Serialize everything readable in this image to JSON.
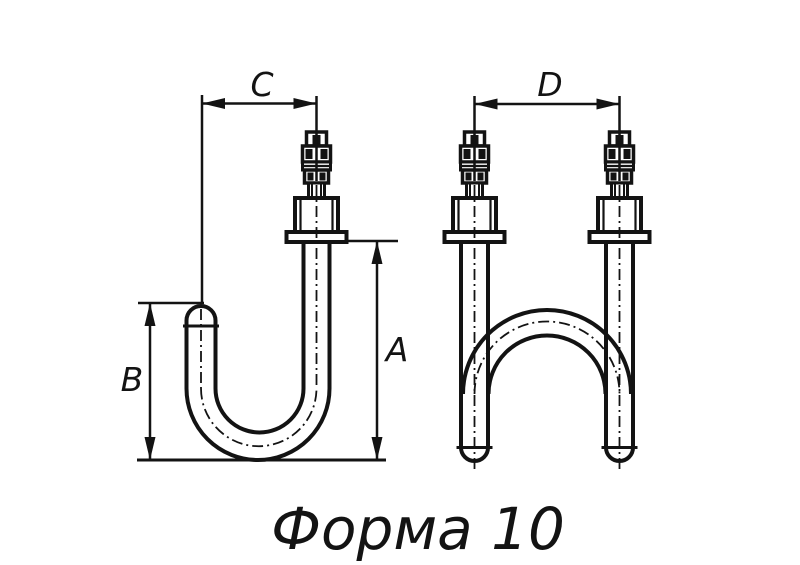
{
  "diagram": {
    "caption": "Форма 10",
    "labels": {
      "A": "A",
      "B": "B",
      "C": "C",
      "D": "D"
    },
    "views": [
      {
        "id": "side-view",
        "description": "J-bent tubular heater with threaded terminal stud",
        "dimension_labels": [
          "C",
          "B",
          "A"
        ]
      },
      {
        "id": "front-view",
        "description": "Two terminal legs joined by a semicircular bend",
        "dimension_labels": [
          "D"
        ]
      }
    ],
    "colors": {
      "line": "#131313",
      "background": "#ffffff"
    }
  }
}
